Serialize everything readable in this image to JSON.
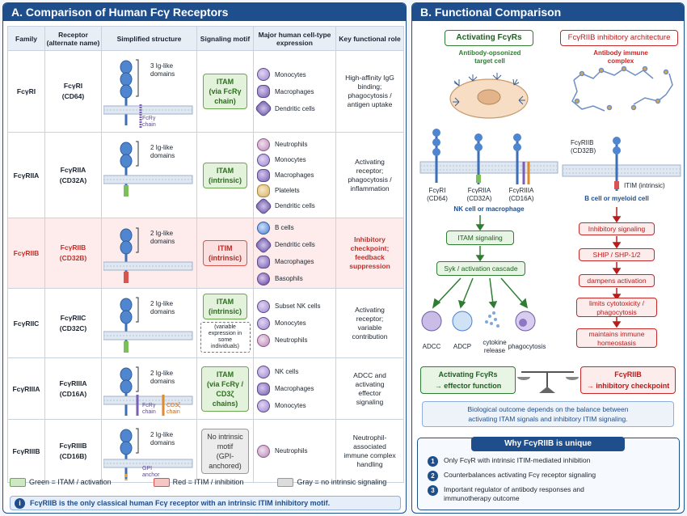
{
  "panelA": {
    "title": "A.  Comparison of Human Fcγ Receptors",
    "headers": [
      "Family",
      "Receptor\n(alternate name)",
      "Simplified structure",
      "Signaling motif",
      "Major human cell-type expression",
      "Key functional role"
    ],
    "rows": [
      {
        "family": "FcγRI",
        "receptor": "FcγRI\n(CD64)",
        "domains": "3 Ig-like\ndomains",
        "chainLabel": "FcRγ\nchain",
        "chainLabel2": "",
        "motif": "ITAM\n(via FcRγ\nchain)",
        "motifKind": "green",
        "motifNote": "",
        "cells": [
          "Monocytes",
          "Macrophages",
          "Dendritic cells"
        ],
        "cellKinds": [
          "mono",
          "mac",
          "dc"
        ],
        "role": "High-affinity IgG\nbinding;\nphagocytosis /\nantigen uptake"
      },
      {
        "family": "FcγRIIA",
        "receptor": "FcγRIIA\n(CD32A)",
        "domains": "2 Ig-like\ndomains",
        "chainLabel": "",
        "chainLabel2": "",
        "motif": "ITAM\n(intrinsic)",
        "motifKind": "green",
        "motifNote": "",
        "cells": [
          "Neutrophils",
          "Monocytes",
          "Macrophages",
          "Platelets",
          "Dendritic cells"
        ],
        "cellKinds": [
          "neu",
          "mono",
          "mac",
          "plt",
          "dc"
        ],
        "role": "Activating\nreceptor;\nphagocytosis /\ninflammation"
      },
      {
        "family": "FcγRIIB",
        "receptor": "FcγRIIB\n(CD32B)",
        "domains": "2 Ig-like\ndomains",
        "chainLabel": "",
        "chainLabel2": "",
        "motif": "ITIM\n(intrinsic)",
        "motifKind": "red",
        "motifNote": "",
        "cells": [
          "B cells",
          "Dendritic cells",
          "Macrophages",
          "Basophils"
        ],
        "cellKinds": [
          "b",
          "dc",
          "mac",
          "baso"
        ],
        "role": "Inhibitory\ncheckpoint;\nfeedback\nsuppression"
      },
      {
        "family": "FcγRIIC",
        "receptor": "FcγRIIC\n(CD32C)",
        "domains": "2 Ig-like\ndomains",
        "chainLabel": "",
        "chainLabel2": "",
        "motif": "ITAM\n(intrinsic)",
        "motifKind": "green",
        "motifNote": "(variable\nexpression in\nsome\nindividuals)",
        "cells": [
          "Subset NK cells",
          "Monocytes",
          "Neutrophils"
        ],
        "cellKinds": [
          "mono",
          "mono",
          "neu"
        ],
        "role": "Activating\nreceptor;\nvariable\ncontribution"
      },
      {
        "family": "FcγRIIIA",
        "receptor": "FcγRIIIA\n(CD16A)",
        "domains": "2 Ig-like\ndomains",
        "chainLabel": "FcRγ\nchain",
        "chainLabel2": "CD3ζ\nchain",
        "motif": "ITAM\n(via FcRγ /\nCD3ζ\nchains)",
        "motifKind": "green",
        "motifNote": "",
        "cells": [
          "NK cells",
          "Macrophages",
          "Monocytes"
        ],
        "cellKinds": [
          "mono",
          "mac",
          "mono"
        ],
        "role": "ADCC and\nactivating\neffector\nsignaling"
      },
      {
        "family": "FcγRIIIB",
        "receptor": "FcγRIIIB\n(CD16B)",
        "domains": "2 Ig-like\ndomains",
        "chainLabel": "GPI\nanchor",
        "chainLabel2": "",
        "motif": "No intrinsic\nmotif\n(GPI-\nanchored)",
        "motifKind": "gray",
        "motifNote": "",
        "cells": [
          "Neutrophils"
        ],
        "cellKinds": [
          "neu"
        ],
        "role": "Neutrophil-\nassociated\nimmune complex\nhandling"
      }
    ],
    "legend": [
      "Green = ITAM / activation",
      "Red = ITIM / inhibition",
      "Gray = no intrinsic signaling"
    ],
    "legendColors": [
      "#cfe8c4",
      "#f6c6c4",
      "#dcdcdc"
    ],
    "footer": "FcγRIIB is the only classical human Fcγ receptor with an intrinsic ITIM inhibitory motif."
  },
  "panelB": {
    "title": "B.  Functional Comparison",
    "activating": {
      "header": "Activating FcγRs",
      "target": "Antibody-opsonized\ntarget cell",
      "receptors": [
        "FcγRI\n(CD64)",
        "FcγRIIA\n(CD32A)",
        "FcγRIIIA\n(CD16A)"
      ],
      "membrane": "NK cell or macrophage",
      "steps": [
        "ITAM signaling",
        "Syk / activation cascade"
      ],
      "outcomes": [
        "ADCC",
        "ADCP",
        "cytokine\nrelease",
        "phagocytosis"
      ]
    },
    "inhibitory": {
      "header": "FcγRIIB inhibitory architecture",
      "complex": "Antibody immune\ncomplex",
      "receptor": "FcγRIIB\n(CD32B)",
      "itim": "ITIM (intrinsic)",
      "membrane": "B cell or myeloid cell",
      "steps": [
        "Inhibitory signaling",
        "SHIP / SHP-1/2",
        "dampens activation",
        "limits cytotoxicity /\nphagocytosis",
        "maintains immune\nhomeostasis"
      ]
    },
    "balance": {
      "left": "Activating FcγRs\n→ effector function",
      "right": "FcγRIIB\n→ inhibitory checkpoint",
      "note": "Biological outcome depends on the balance between\nactivating ITAM signals and inhibitory ITIM signaling."
    },
    "unique": {
      "title": "Why FcγRIIB is unique",
      "items": [
        {
          "n": "1",
          "text": "Only FcγR with intrinsic ITIM-mediated inhibition"
        },
        {
          "n": "2",
          "text": "Counterbalances activating Fcγ receptor signaling"
        },
        {
          "n": "3",
          "text": "Important regulator of antibody responses and\nimmunotherapy outcome"
        }
      ]
    }
  }
}
